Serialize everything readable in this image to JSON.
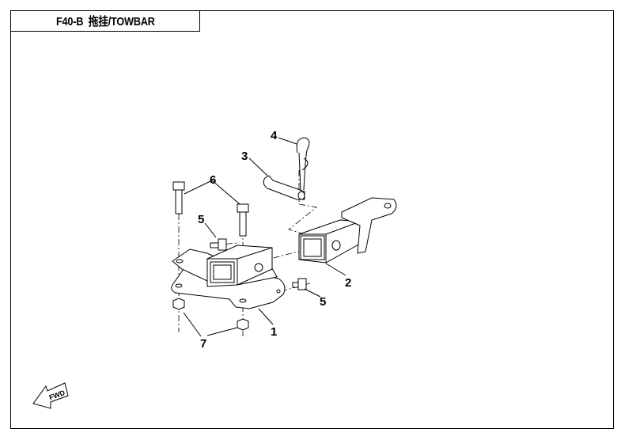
{
  "title": "F40-B  拖挂/TOWBAR",
  "callouts": [
    "1",
    "2",
    "3",
    "4",
    "5",
    "5",
    "6",
    "7"
  ],
  "fwd_label": "FWD"
}
